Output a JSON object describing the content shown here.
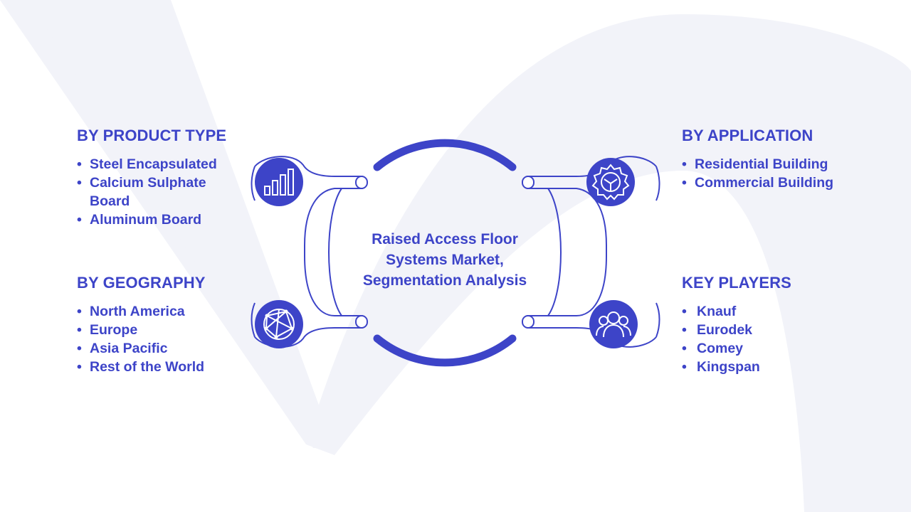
{
  "center": {
    "title": "Raised Access Floor Systems Market, Segmentation Analysis"
  },
  "sections": {
    "product_type": {
      "title": "BY PRODUCT TYPE",
      "items": [
        "Steel Encapsulated",
        "Calcium Sulphate Board",
        "Aluminum Board"
      ],
      "icon": "bar-chart-icon"
    },
    "geography": {
      "title": "BY GEOGRAPHY",
      "items": [
        "North America",
        "Europe",
        "Asia Pacific",
        "Rest of the World"
      ],
      "icon": "globe-network-icon"
    },
    "application": {
      "title": "BY APPLICATION",
      "items": [
        "Residential Building",
        "Commercial Building"
      ],
      "icon": "gear-icon"
    },
    "key_players": {
      "title": "KEY PLAYERS",
      "items": [
        "Knauf",
        "Eurodek",
        "Comey",
        "Kingspan"
      ],
      "icon": "users-group-icon"
    }
  },
  "colors": {
    "accent": "#3d44c8",
    "arc": "#3d44c8",
    "connector_outline": "#3d44c8",
    "icon_circle": "#3d44c8",
    "watermark": "#f2f3f9"
  }
}
